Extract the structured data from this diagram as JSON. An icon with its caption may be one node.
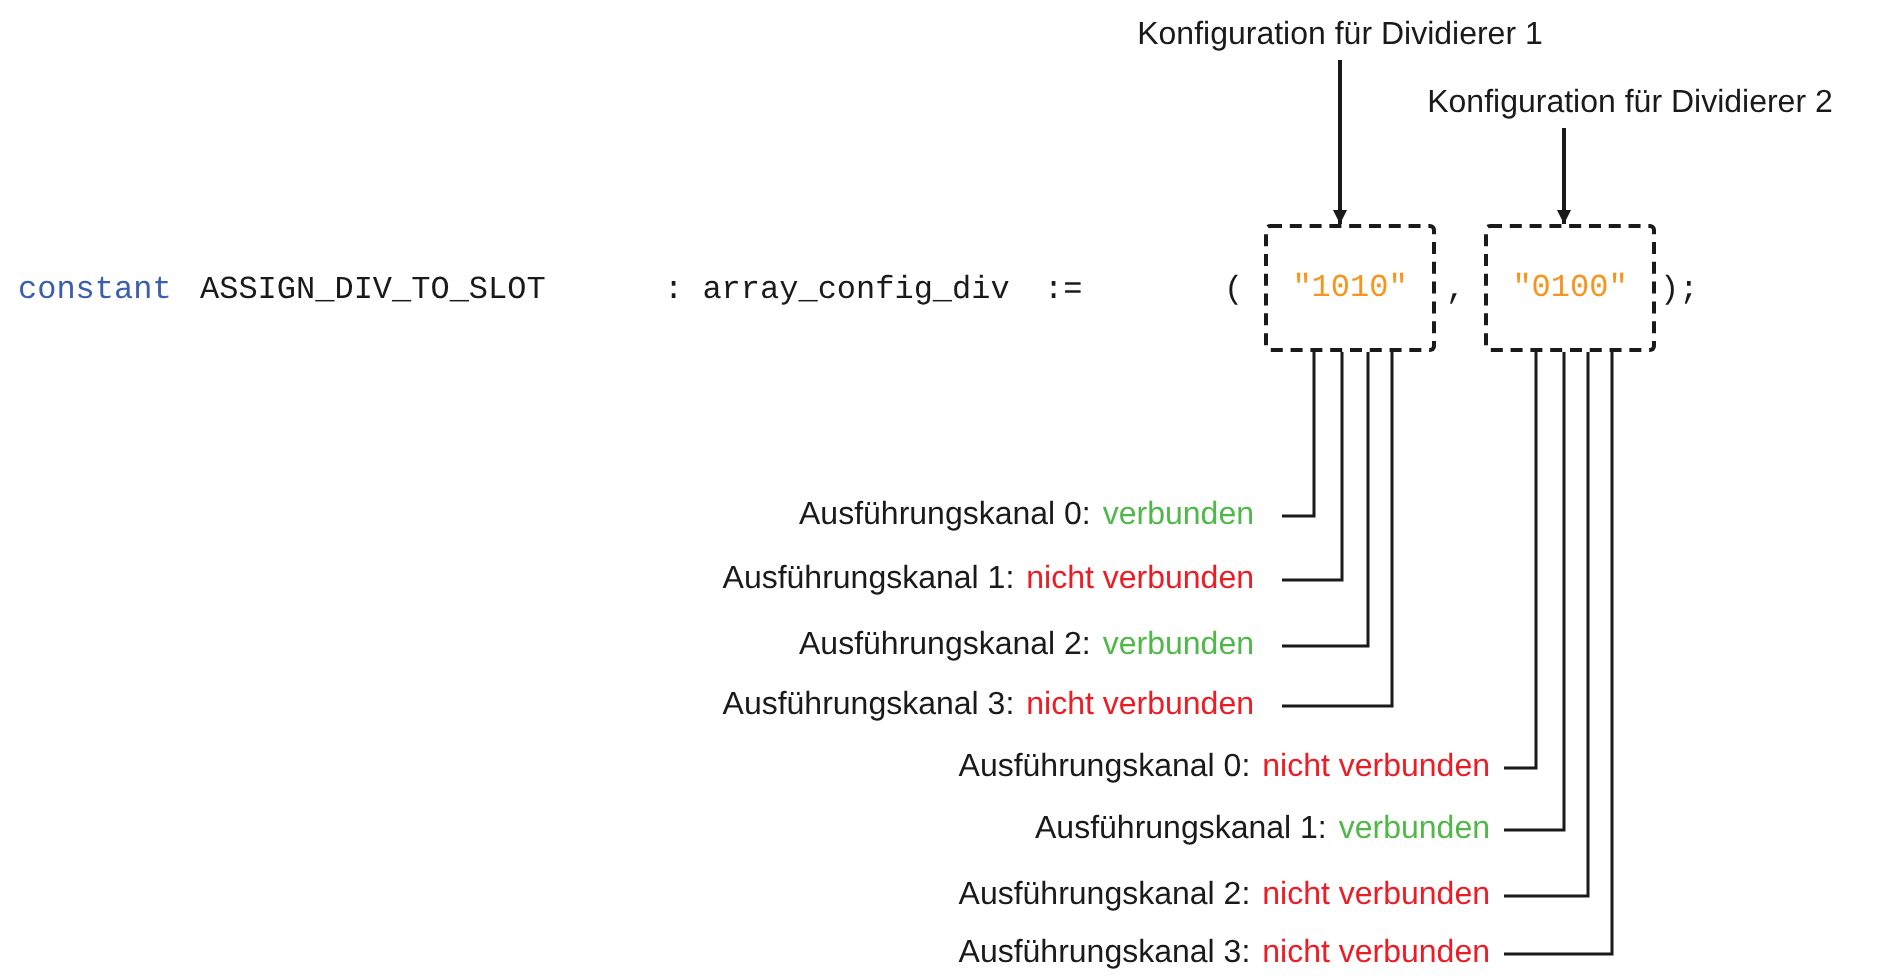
{
  "diagram": {
    "nodes": [
      {
        "text": [
          "Konfiguration für Dividierer 1"
        ]
      },
      {
        "text": [
          "Konfiguration für Dividierer 2"
        ]
      },
      {
        "text": [
          "\"1010\""
        ]
      },
      {
        "text": [
          "\"0100\""
        ]
      },
      {
        "text": [
          "Ausführungskanal 0:",
          "verbunden"
        ]
      },
      {
        "text": [
          "Ausführungskanal 1:",
          "nicht verbunden"
        ]
      },
      {
        "text": [
          "Ausführungskanal 2:",
          "verbunden"
        ]
      },
      {
        "text": [
          "Ausführungskanal 3:",
          "nicht verbunden"
        ]
      },
      {
        "text": [
          "Ausführungskanal 0:",
          "nicht verbunden"
        ]
      },
      {
        "text": [
          "Ausführungskanal 1:",
          "verbunden"
        ]
      },
      {
        "text": [
          "Ausführungskanal 2:",
          "nicht verbunden"
        ]
      },
      {
        "text": [
          "Ausführungskanal 3:",
          "nicht verbunden"
        ]
      }
    ],
    "edges": [
      {
        "from": 0,
        "to": 2,
        "arrow": "to"
      },
      {
        "from": 1,
        "to": 3,
        "arrow": "to"
      },
      {
        "from": 2,
        "to": 4,
        "arrow": "none"
      },
      {
        "from": 2,
        "to": 5,
        "arrow": "none"
      },
      {
        "from": 2,
        "to": 6,
        "arrow": "none"
      },
      {
        "from": 2,
        "to": 7,
        "arrow": "none"
      },
      {
        "from": 3,
        "to": 8,
        "arrow": "none"
      },
      {
        "from": 3,
        "to": 9,
        "arrow": "none"
      },
      {
        "from": 3,
        "to": 10,
        "arrow": "none"
      },
      {
        "from": 3,
        "to": 11,
        "arrow": "none"
      }
    ],
    "labels": [
      "constant",
      "ASSIGN_DIV_TO_SLOT",
      ": array_config_div",
      ":=",
      "(",
      ",",
      ");"
    ]
  }
}
